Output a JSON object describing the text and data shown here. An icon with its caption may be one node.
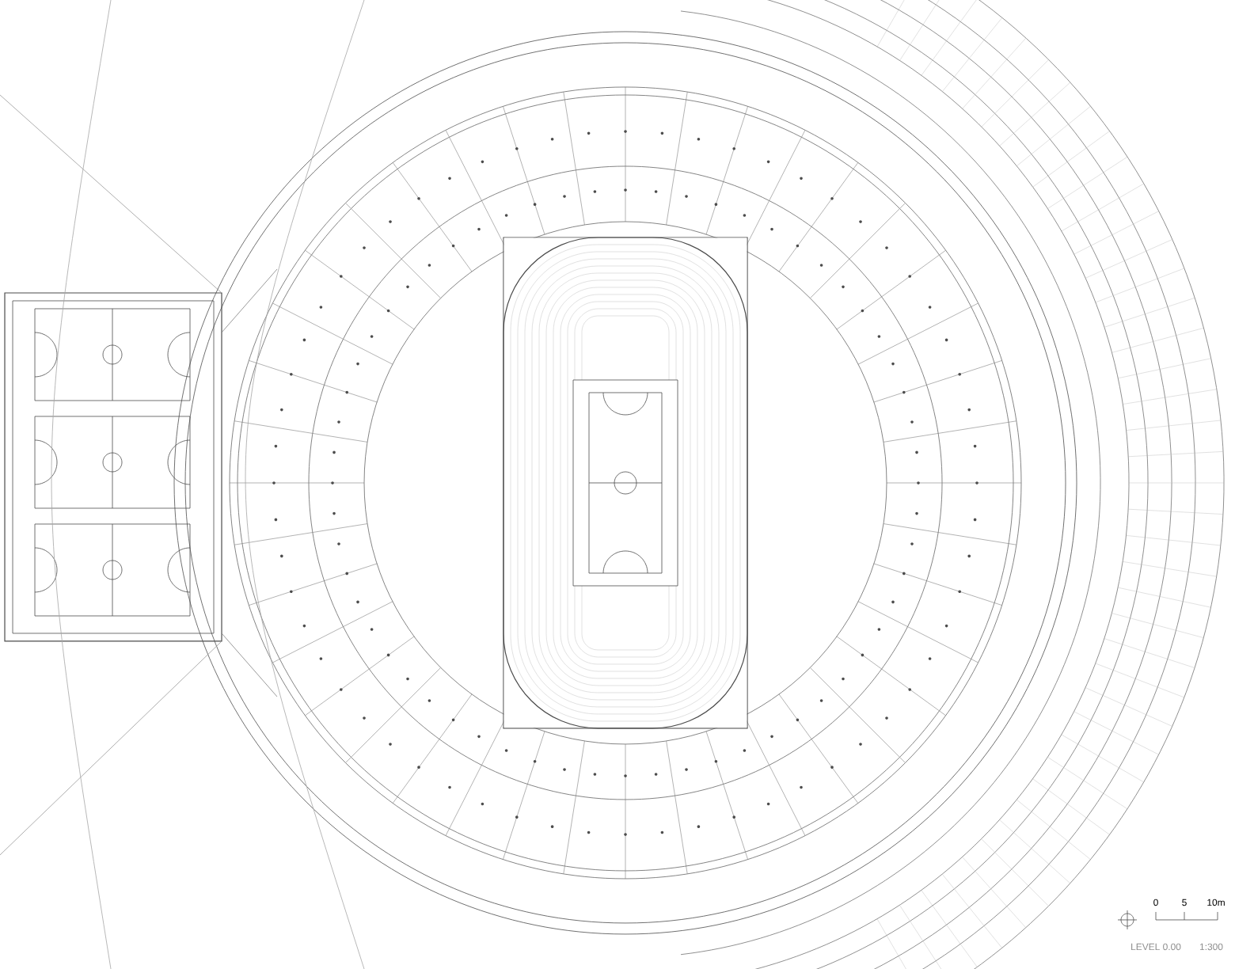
{
  "diagram": {
    "labels": [
      "0",
      "5",
      "10m",
      "LEVEL 0.00",
      "1:300"
    ]
  }
}
